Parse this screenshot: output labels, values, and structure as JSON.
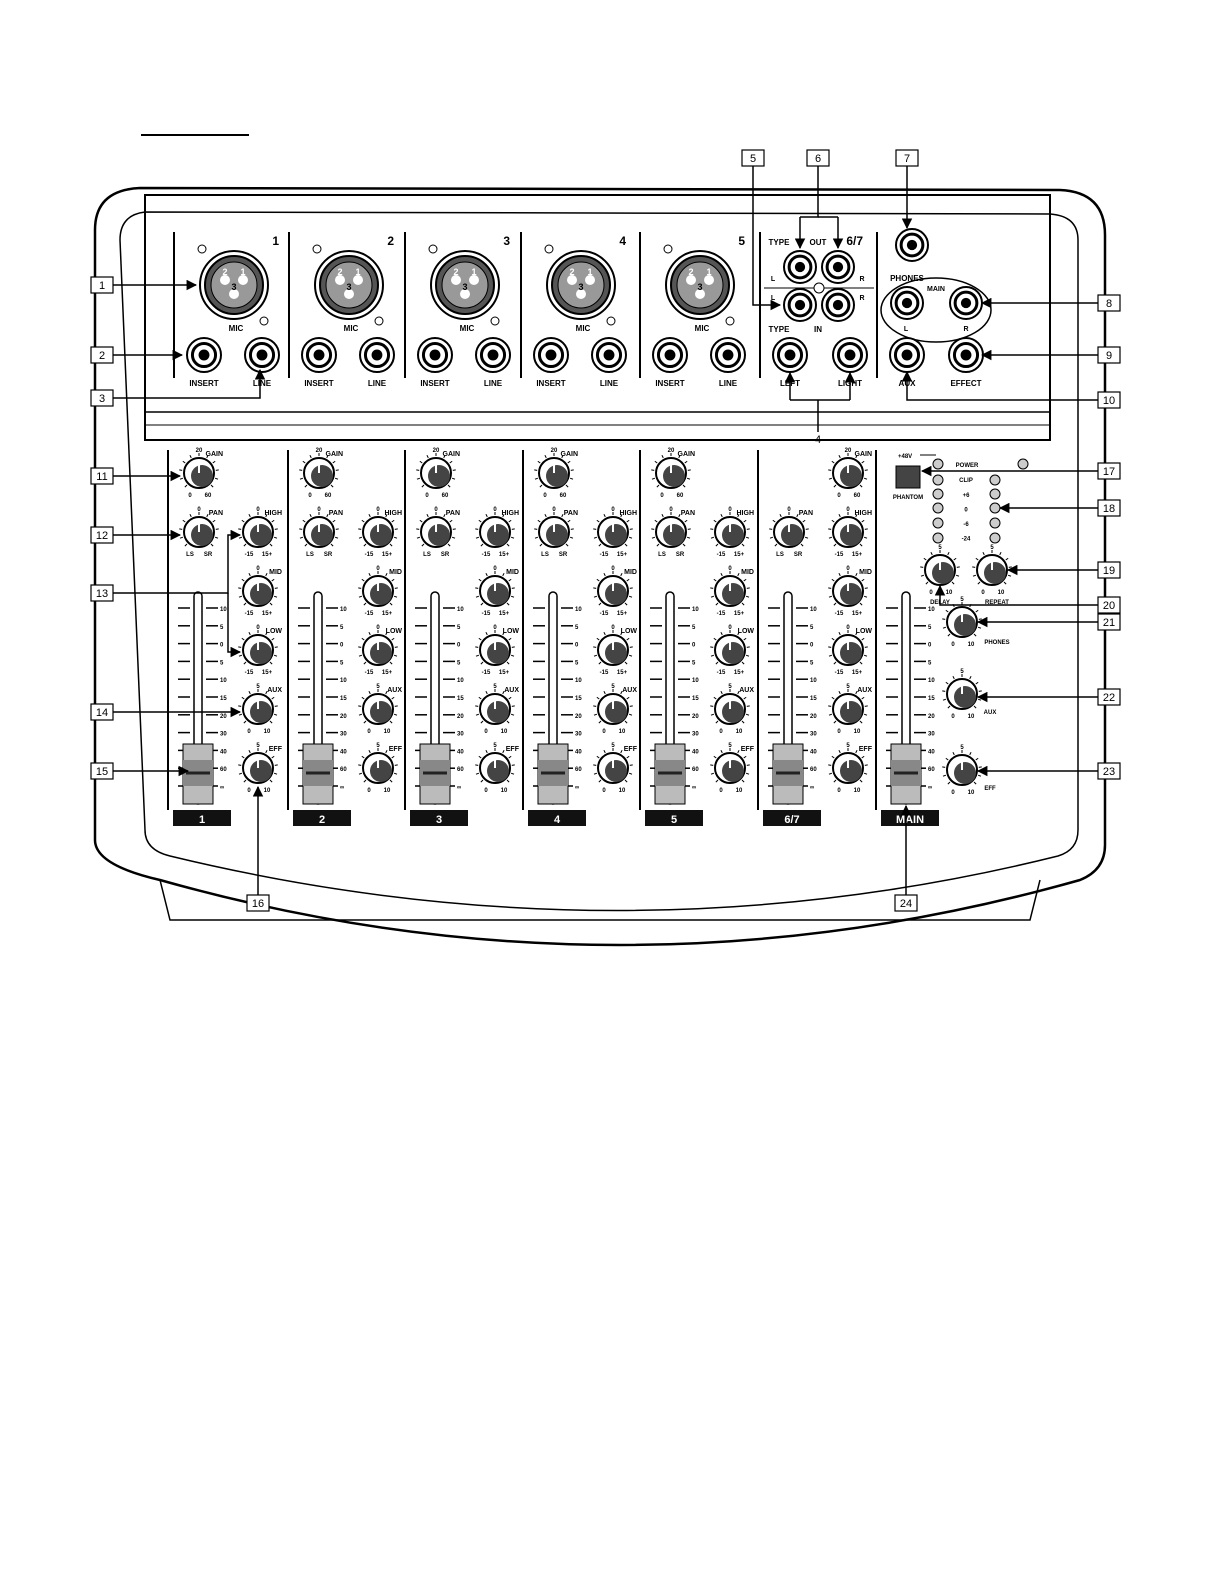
{
  "diagram": {
    "callouts": {
      "c1": "1",
      "c2": "2",
      "c3": "3",
      "c4": "4",
      "c5": "5",
      "c6": "6",
      "c7": "7",
      "c8": "8",
      "c9": "9",
      "c10": "10",
      "c11": "11",
      "c12": "12",
      "c13": "13",
      "c14": "14",
      "c15": "15",
      "c16": "16",
      "c17": "17",
      "c18": "18",
      "c19": "19",
      "c20": "20",
      "c21": "21",
      "c22": "22",
      "c23": "23",
      "c24": "24"
    },
    "channels": [
      "1",
      "2",
      "3",
      "4",
      "5"
    ],
    "channel_strip_labels": [
      "1",
      "2",
      "3",
      "4",
      "5",
      "6/7",
      "MAIN"
    ],
    "jack_labels": {
      "mic": "MIC",
      "insert": "INSERT",
      "line": "LINE",
      "xlr_pins": [
        "2",
        "1",
        "3"
      ]
    },
    "tape": {
      "channel": "6/7",
      "type_out": "TYPE",
      "out": "OUT",
      "type_in": "TYPE",
      "in": "IN",
      "l": "L",
      "r": "R",
      "left": "LEFT",
      "right": "LIGHT"
    },
    "outputs": {
      "phones": "PHONES",
      "main": "MAIN",
      "l": "L",
      "r": "R",
      "aux": "AUX",
      "effect": "EFFECT"
    },
    "knobs": {
      "gain": "GAIN",
      "gain_top": "20",
      "gain_min": "0",
      "gain_max": "60",
      "pan": "PAN",
      "pan_top": "0",
      "pan_l": "LS",
      "pan_r": "SR",
      "high": "HIGH",
      "mid": "MID",
      "low": "LOW",
      "eq_top": "0",
      "eq_min": "-15",
      "eq_max": "15+",
      "aux": "AUX",
      "eff": "EFF",
      "send_top": "5",
      "send_min": "0",
      "send_max": "10"
    },
    "fader_scale": [
      "10",
      "5",
      "0",
      "5",
      "10",
      "15",
      "20",
      "30",
      "40",
      "60",
      "∞"
    ],
    "master": {
      "phantom_48v": "+48V",
      "phantom": "PHANTOM",
      "power": "POWER",
      "clip": "CLIP",
      "meter": [
        "+6",
        "0",
        "-6",
        "-24"
      ],
      "delay": "DELAY",
      "repeat": "REPEAT",
      "phones": "PHONES",
      "aux": "AUX",
      "eff": "EFF",
      "range_min": "0",
      "range_max": "10",
      "range_top": "5"
    }
  }
}
